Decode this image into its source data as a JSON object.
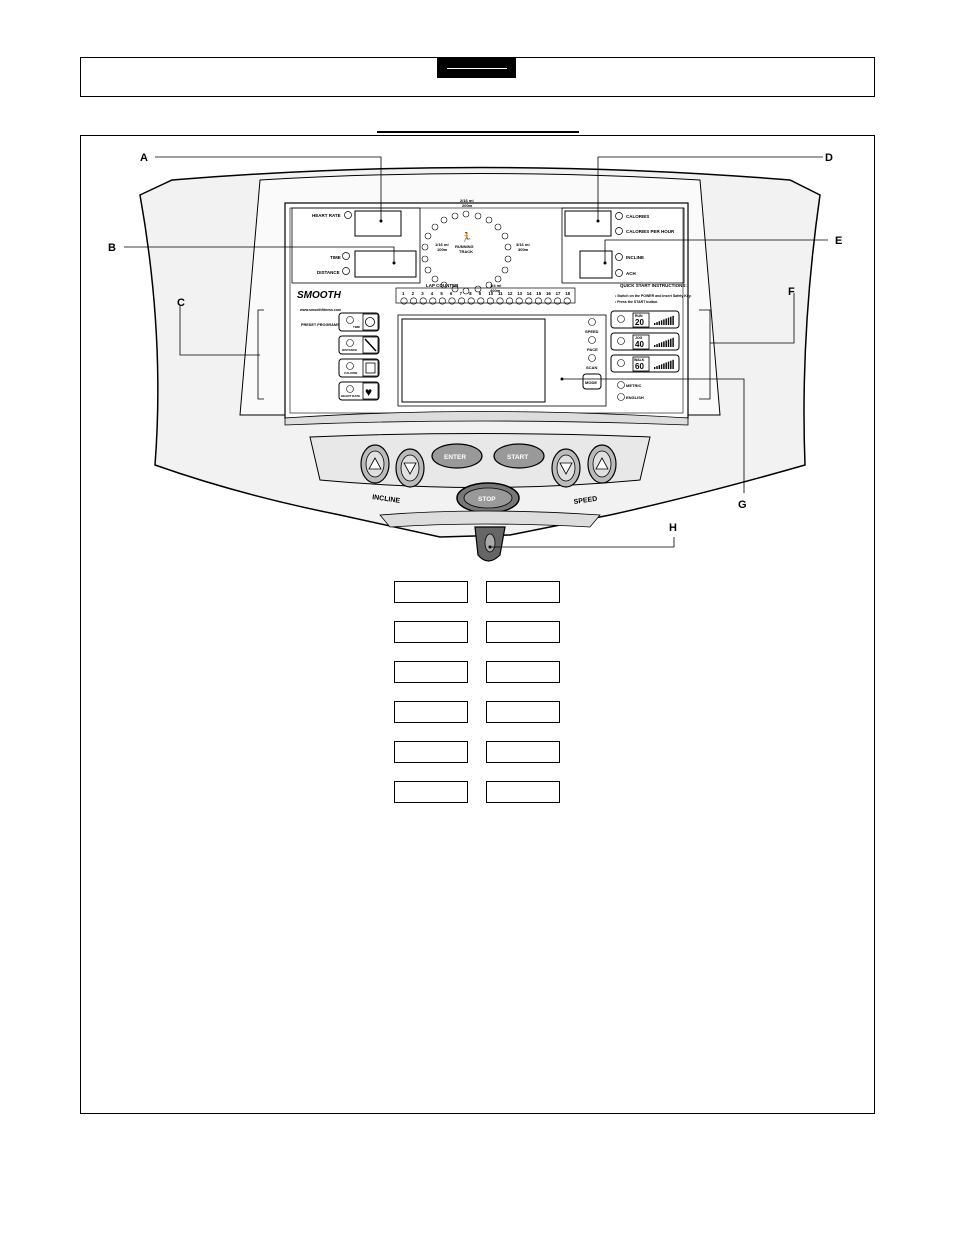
{
  "callouts": {
    "a": "A",
    "b": "B",
    "c": "C",
    "d": "D",
    "e": "E",
    "f": "F",
    "g": "G",
    "h": "H"
  },
  "console": {
    "heart_rate": "HEART RATE",
    "time": "TIME",
    "distance": "DISTANCE",
    "track_top": "2/16 mi",
    "track_top_m": "200m",
    "track_left": "1/16 mi",
    "track_left_m": "100m",
    "track_right": "3/16 mi",
    "track_right_m": "300m",
    "track_bottom": "1/4 mi",
    "track_bottom_m": "400m",
    "running": "RUNNING",
    "track": "TRACK",
    "calories": "CALORIES",
    "calories_per_hour": "CALORIES PER HOUR",
    "incline": "INCLINE",
    "ach": "ACH",
    "brand": "SMOOTH",
    "website": "www.smoothfitness.com",
    "lap_counter": "LAP COUNTER",
    "laps": [
      "1",
      "2",
      "3",
      "4",
      "5",
      "6",
      "7",
      "8",
      "9",
      "10",
      "11",
      "12",
      "13",
      "14",
      "15",
      "16",
      "17",
      "18"
    ],
    "quick_start": "QUICK START INSTRUCTIONS:",
    "qs_line1": "• Switch on the POWER and insert Safety Key.",
    "qs_line2": "• Press the START button.",
    "preset_programs": "PRESET PROGRAMS",
    "prog_time": "TIME",
    "prog_distance": "DISTANCE",
    "prog_calorie": "CALORIE",
    "prog_heart_rate": "HEART RATE",
    "speed": "SPEED",
    "pace": "PACE",
    "scan": "SCAN",
    "mode": "MODE",
    "metric": "METRIC",
    "english": "ENGLISH",
    "run_label": "RUN",
    "run_num": "20",
    "jog_label": "JOG",
    "jog_num": "40",
    "walk_label": "WALK",
    "walk_num": "60",
    "enter": "ENTER",
    "start": "START",
    "stop": "STOP",
    "incline_label": "INCLINE",
    "speed_label": "SPEED"
  },
  "fill_boxes": {
    "rows": 6,
    "cols": 2
  }
}
